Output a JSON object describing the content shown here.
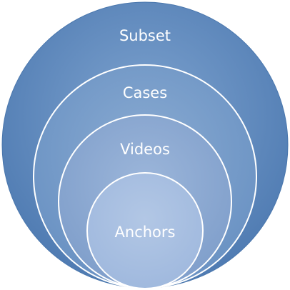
{
  "diagram": {
    "type": "nested-circles",
    "levels": [
      {
        "label": "Subset",
        "fill": "#5f89bc"
      },
      {
        "label": "Cases",
        "fill": "#6d95c5"
      },
      {
        "label": "Videos",
        "fill": "#84a6cf"
      },
      {
        "label": "Anchors",
        "fill": "#a8c0e0"
      }
    ],
    "ring_stroke": "#ffffff"
  }
}
